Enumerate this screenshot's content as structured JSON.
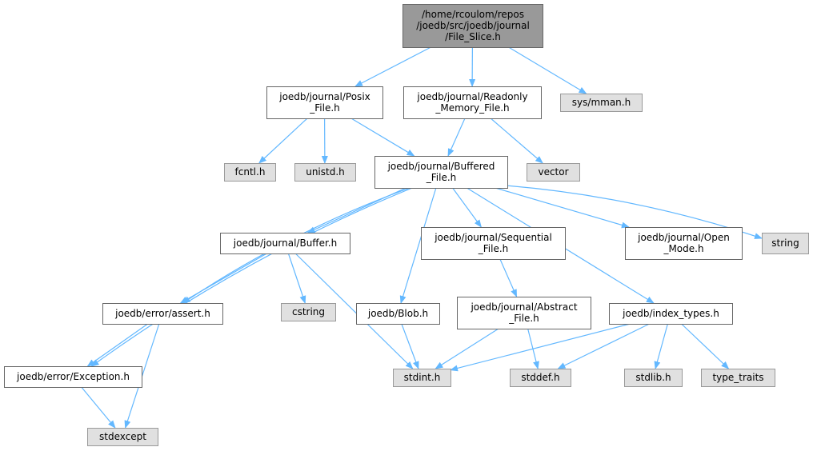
{
  "colors": {
    "edge": "#63b8ff",
    "root_fill": "#999999",
    "root_stroke": "#666666",
    "file_fill": "#ffffff",
    "file_stroke": "#666666",
    "system_fill": "#e0e0e0",
    "system_stroke": "#999999"
  },
  "nodes": [
    {
      "id": "file_slice",
      "kind": "root",
      "lines": [
        "/home/rcoulom/repos",
        "/joedb/src/joedb/journal",
        "/File_Slice.h"
      ]
    },
    {
      "id": "posix_file",
      "kind": "file",
      "lines": [
        "joedb/journal/Posix",
        "_File.h"
      ]
    },
    {
      "id": "readonly_memory_file",
      "kind": "file",
      "lines": [
        "joedb/journal/Readonly",
        "_Memory_File.h"
      ]
    },
    {
      "id": "sys_mman",
      "kind": "system",
      "lines": [
        "sys/mman.h"
      ]
    },
    {
      "id": "fcntl",
      "kind": "system",
      "lines": [
        "fcntl.h"
      ]
    },
    {
      "id": "unistd",
      "kind": "system",
      "lines": [
        "unistd.h"
      ]
    },
    {
      "id": "buffered_file",
      "kind": "file",
      "lines": [
        "joedb/journal/Buffered",
        "_File.h"
      ]
    },
    {
      "id": "vector",
      "kind": "system",
      "lines": [
        "vector"
      ]
    },
    {
      "id": "buffer",
      "kind": "file",
      "lines": [
        "joedb/journal/Buffer.h"
      ]
    },
    {
      "id": "sequential_file",
      "kind": "file",
      "lines": [
        "joedb/journal/Sequential",
        "_File.h"
      ]
    },
    {
      "id": "open_mode",
      "kind": "file",
      "lines": [
        "joedb/journal/Open",
        "_Mode.h"
      ]
    },
    {
      "id": "string",
      "kind": "system",
      "lines": [
        "string"
      ]
    },
    {
      "id": "assert",
      "kind": "file",
      "lines": [
        "joedb/error/assert.h"
      ]
    },
    {
      "id": "cstring",
      "kind": "system",
      "lines": [
        "cstring"
      ]
    },
    {
      "id": "blob",
      "kind": "file",
      "lines": [
        "joedb/Blob.h"
      ]
    },
    {
      "id": "abstract_file",
      "kind": "file",
      "lines": [
        "joedb/journal/Abstract",
        "_File.h"
      ]
    },
    {
      "id": "index_types",
      "kind": "file",
      "lines": [
        "joedb/index_types.h"
      ]
    },
    {
      "id": "exception",
      "kind": "file",
      "lines": [
        "joedb/error/Exception.h"
      ]
    },
    {
      "id": "stdint",
      "kind": "system",
      "lines": [
        "stdint.h"
      ]
    },
    {
      "id": "stddef",
      "kind": "system",
      "lines": [
        "stddef.h"
      ]
    },
    {
      "id": "stdlib",
      "kind": "system",
      "lines": [
        "stdlib.h"
      ]
    },
    {
      "id": "type_traits",
      "kind": "system",
      "lines": [
        "type_traits"
      ]
    },
    {
      "id": "stdexcept",
      "kind": "system",
      "lines": [
        "stdexcept"
      ]
    }
  ],
  "edges": [
    [
      "file_slice",
      "posix_file"
    ],
    [
      "file_slice",
      "readonly_memory_file"
    ],
    [
      "file_slice",
      "sys_mman"
    ],
    [
      "posix_file",
      "fcntl"
    ],
    [
      "posix_file",
      "unistd"
    ],
    [
      "posix_file",
      "buffered_file"
    ],
    [
      "readonly_memory_file",
      "buffered_file"
    ],
    [
      "readonly_memory_file",
      "vector"
    ],
    [
      "buffered_file",
      "buffer"
    ],
    [
      "buffered_file",
      "sequential_file"
    ],
    [
      "buffered_file",
      "open_mode"
    ],
    [
      "buffered_file",
      "string"
    ],
    [
      "buffered_file",
      "assert"
    ],
    [
      "buffered_file",
      "exception"
    ],
    [
      "buffered_file",
      "blob"
    ],
    [
      "buffered_file",
      "index_types"
    ],
    [
      "buffer",
      "assert"
    ],
    [
      "buffer",
      "cstring"
    ],
    [
      "buffer",
      "stdint"
    ],
    [
      "sequential_file",
      "abstract_file"
    ],
    [
      "assert",
      "exception"
    ],
    [
      "assert",
      "stdexcept"
    ],
    [
      "exception",
      "stdexcept"
    ],
    [
      "blob",
      "stdint"
    ],
    [
      "abstract_file",
      "stdint"
    ],
    [
      "abstract_file",
      "stddef"
    ],
    [
      "index_types",
      "stdint"
    ],
    [
      "index_types",
      "stddef"
    ],
    [
      "index_types",
      "stdlib"
    ],
    [
      "index_types",
      "type_traits"
    ]
  ]
}
